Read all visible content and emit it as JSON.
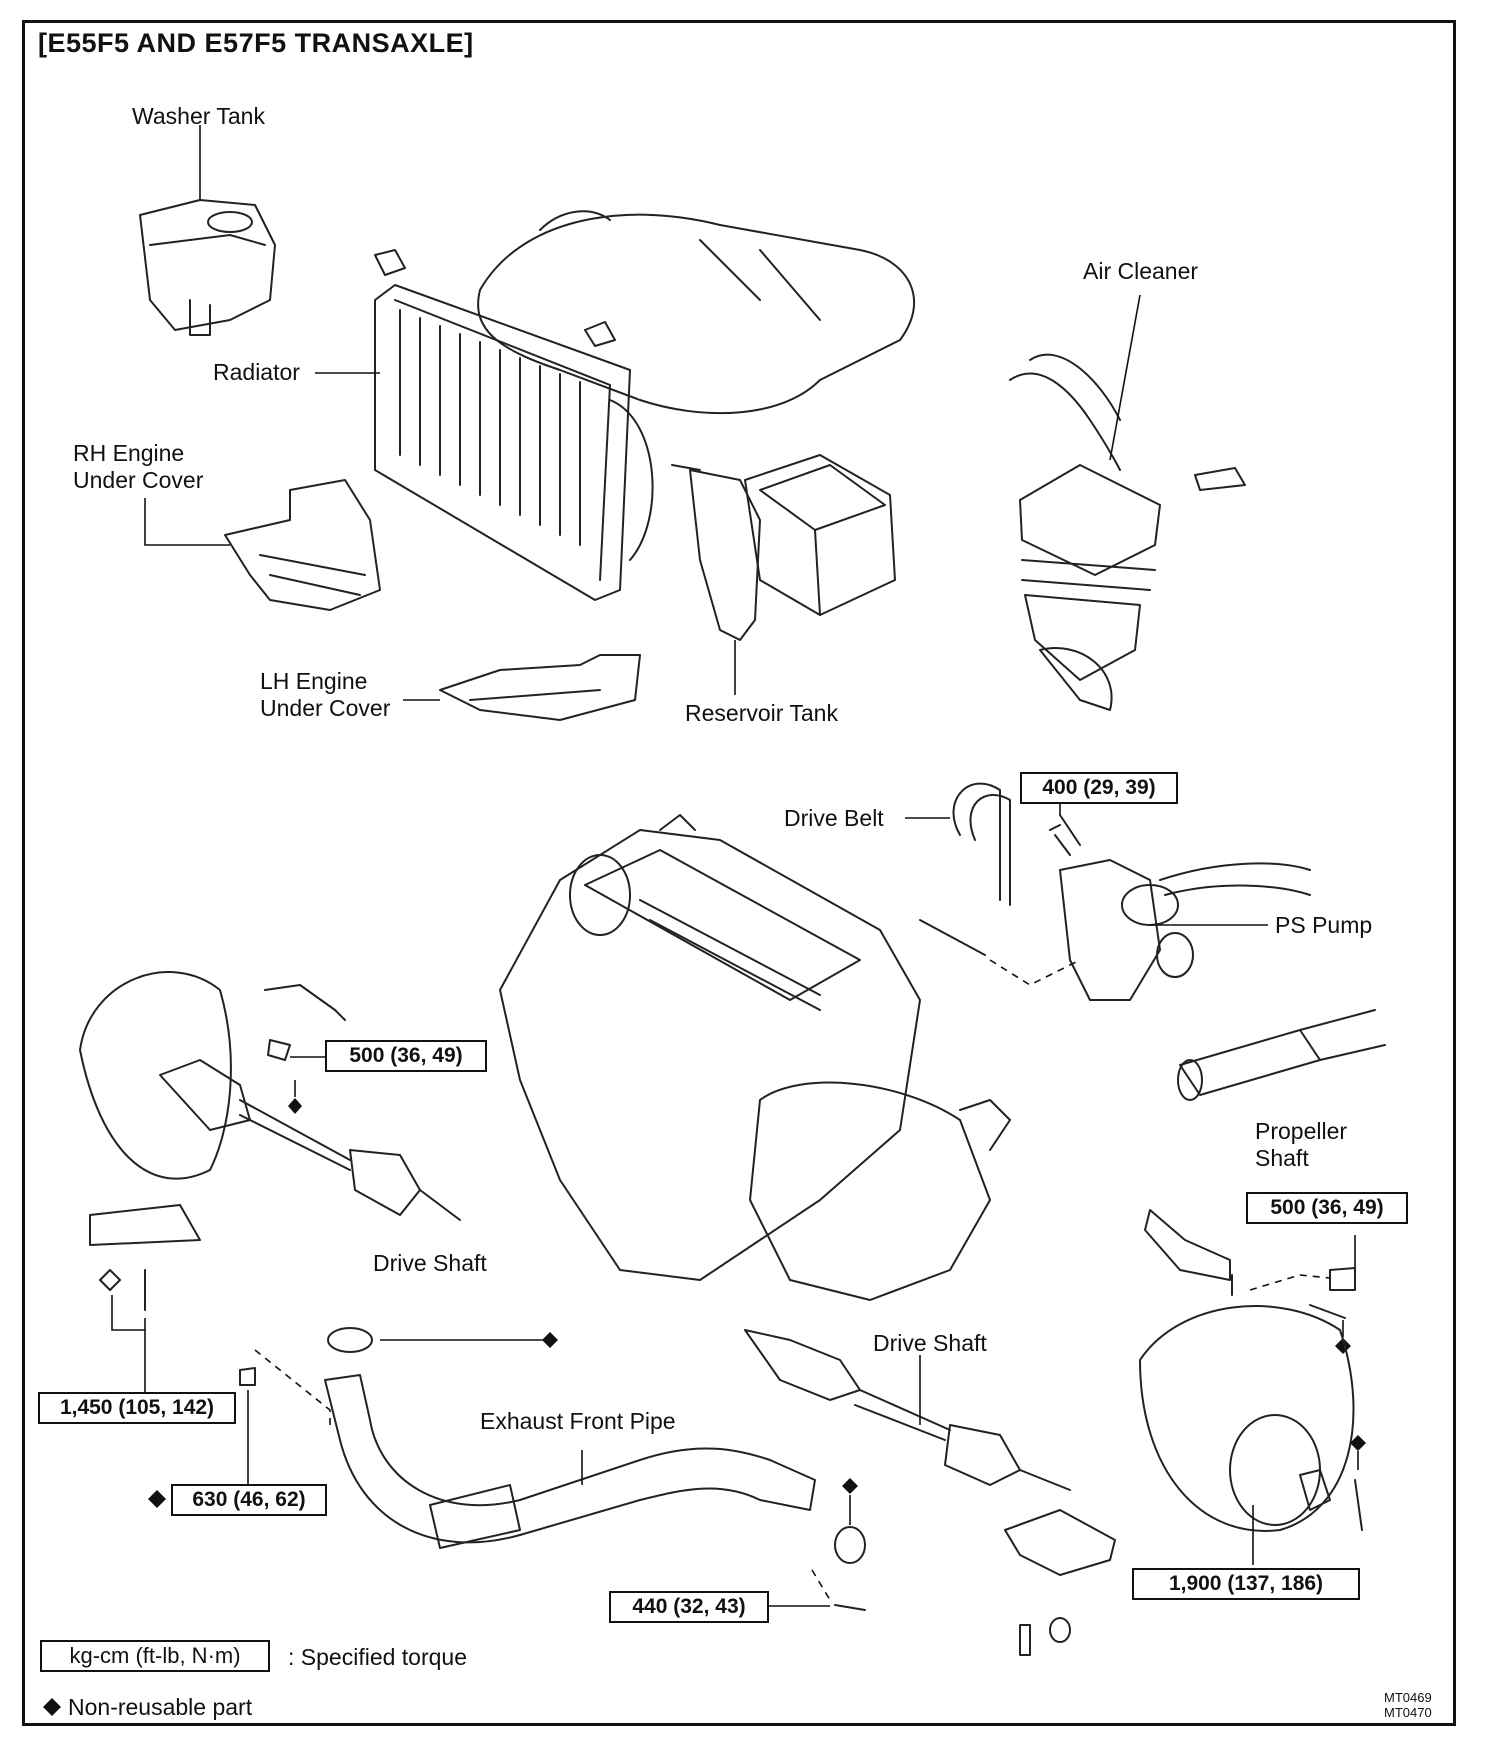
{
  "title": "[E55F5 AND E57F5 TRANSAXLE]",
  "labels": {
    "washer_tank": "Washer Tank",
    "radiator": "Radiator",
    "rh_engine_under_cover_1": "RH Engine",
    "rh_engine_under_cover_2": "Under Cover",
    "lh_engine_under_cover_1": "LH Engine",
    "lh_engine_under_cover_2": "Under Cover",
    "reservoir_tank": "Reservoir Tank",
    "air_cleaner": "Air Cleaner",
    "drive_belt": "Drive Belt",
    "ps_pump": "PS Pump",
    "propeller_shaft_1": "Propeller",
    "propeller_shaft_2": "Shaft",
    "drive_shaft_left": "Drive Shaft",
    "drive_shaft_right": "Drive Shaft",
    "exhaust_front_pipe": "Exhaust Front Pipe"
  },
  "torques": {
    "ps_pump_bolt": "400 (29, 39)",
    "left_tie_rod_nut": "500 (36, 49)",
    "right_tie_rod_nut": "500 (36, 49)",
    "lower_arm_left": "1,450 (105, 142)",
    "exhaust_nut": "630 (46, 62)",
    "exhaust_bolt": "440 (32, 43)",
    "hub_nut": "1,900 (137, 186)"
  },
  "legend": {
    "unit_box": "kg-cm (ft-lb, N·m)",
    "unit_text": ": Specified torque",
    "non_reusable_text": "Non-reusable part",
    "non_reusable_symbol": "◆"
  },
  "figure_codes": {
    "code1": "MT0469",
    "code2": "MT0470"
  }
}
